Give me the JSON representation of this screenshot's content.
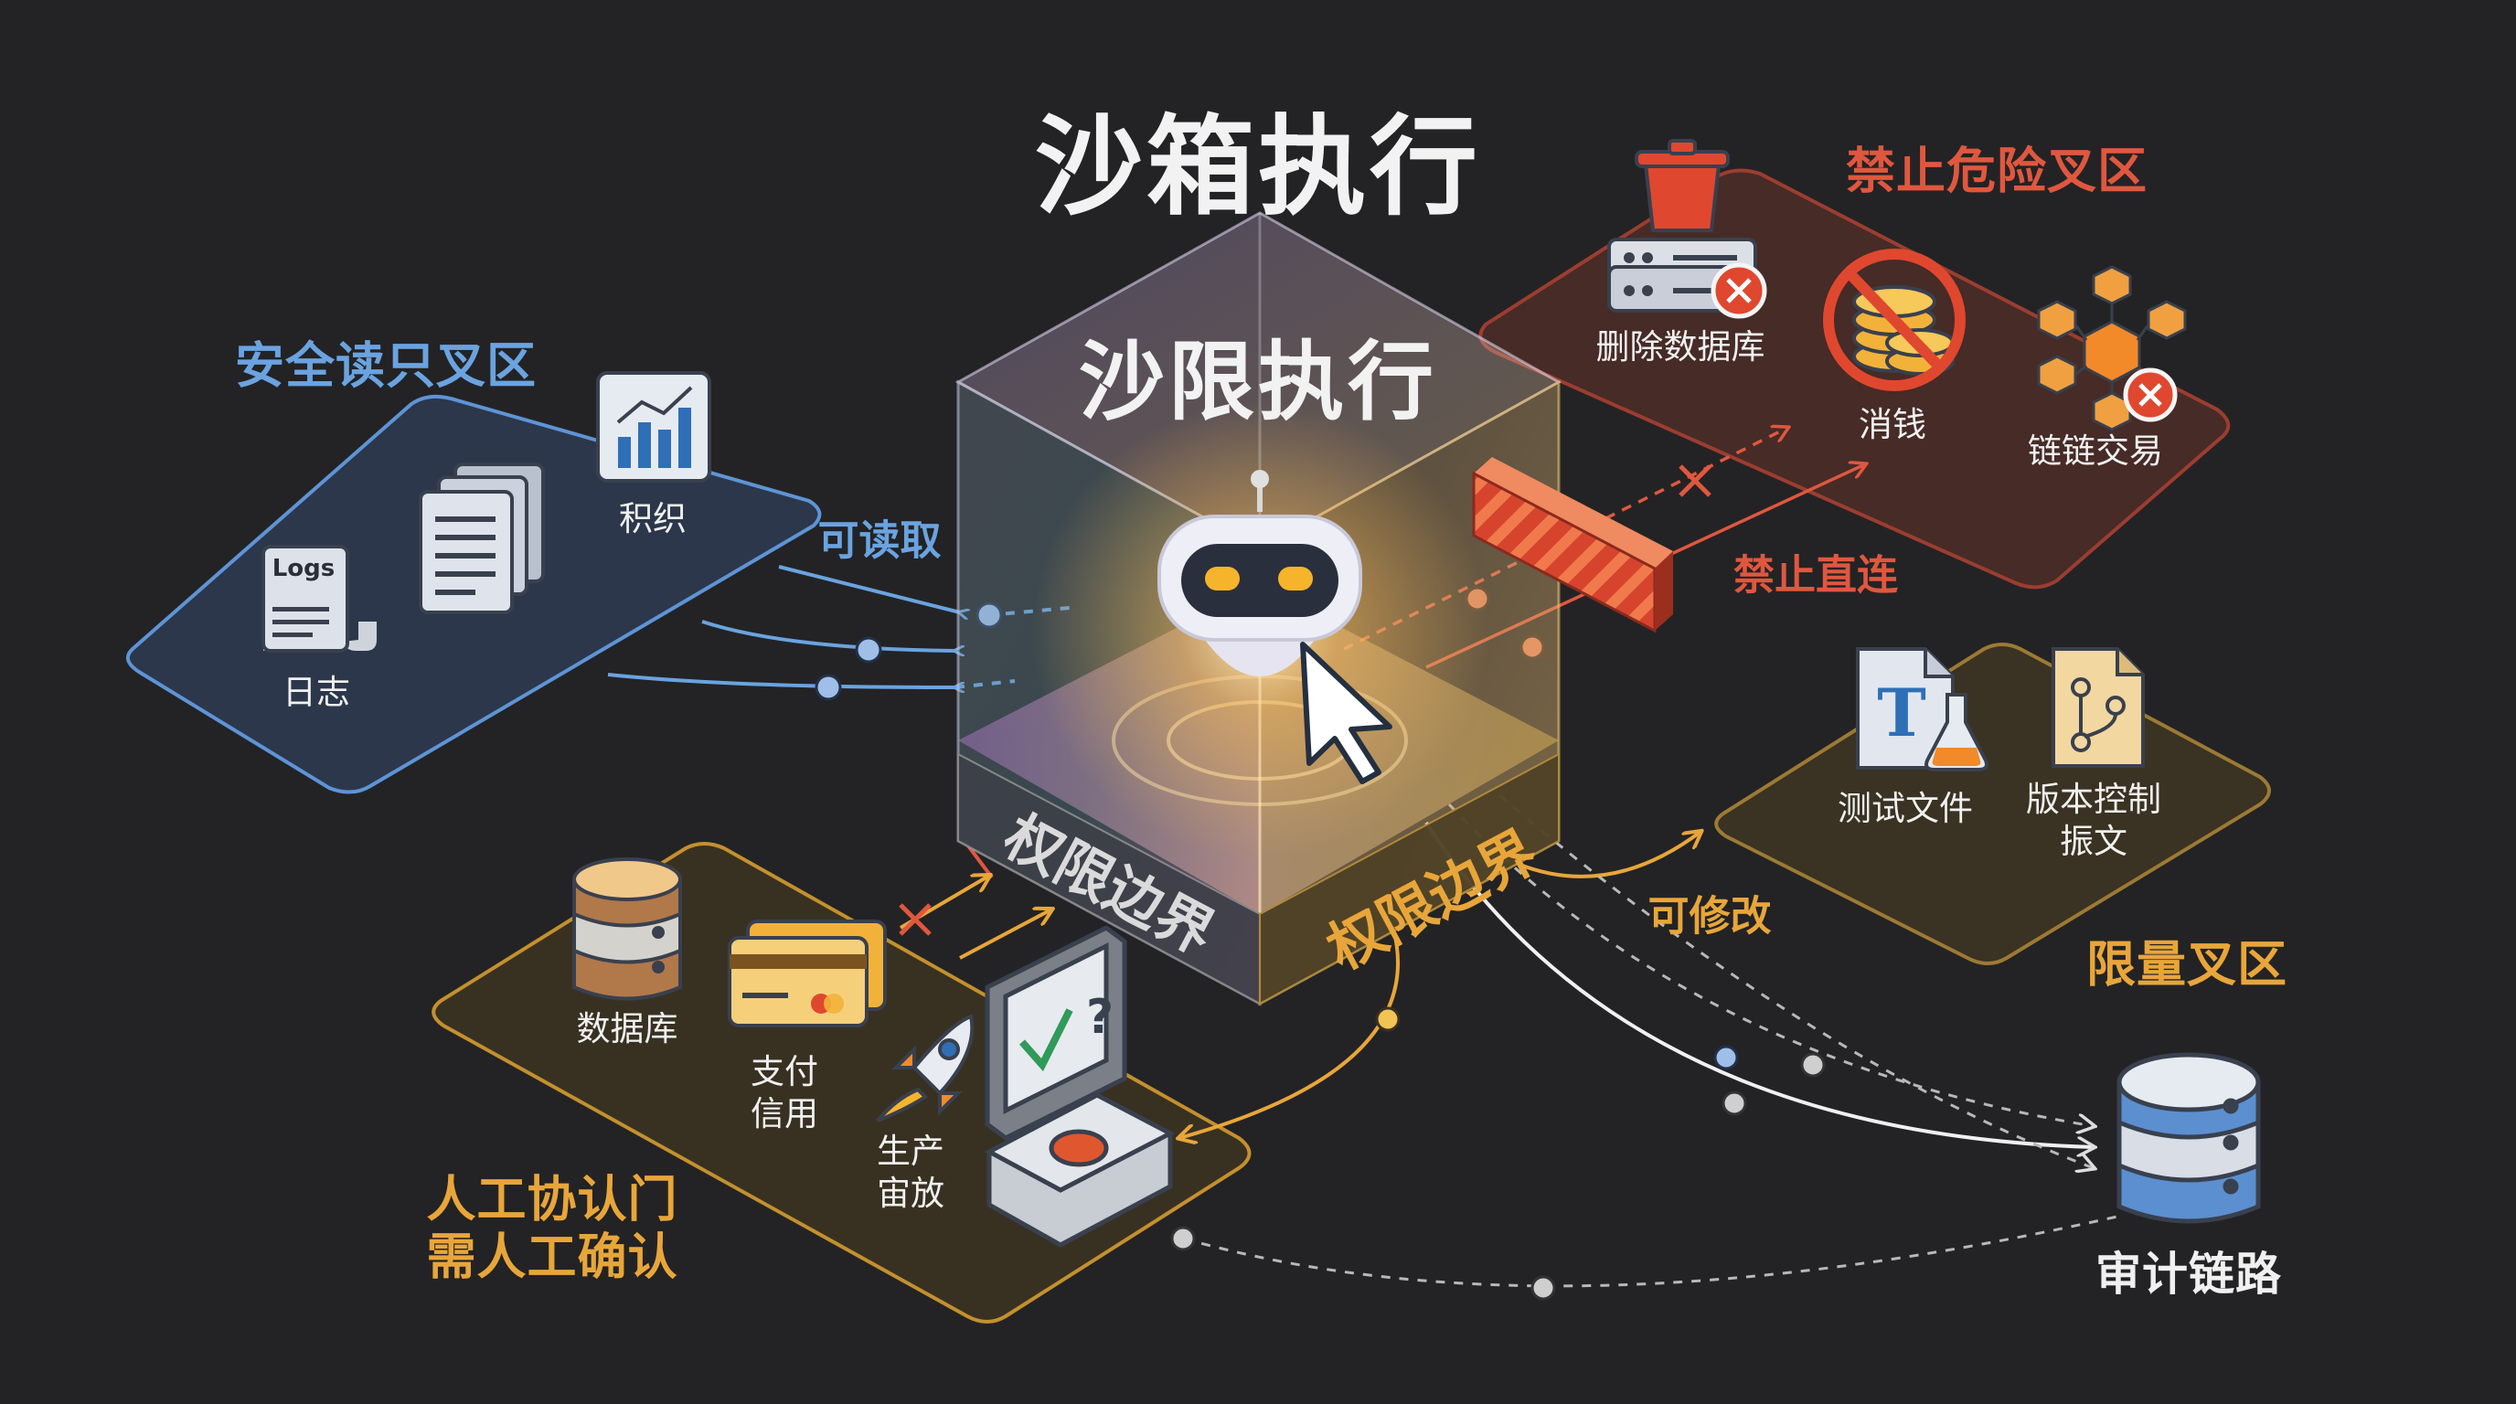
{
  "title": "沙箱执行",
  "cube": {
    "top_label": "沙限执行",
    "boundary_left": "权限边界",
    "boundary_right": "权限边界"
  },
  "zones": {
    "safe": {
      "title": "安全读只叉区",
      "color": "#5e94d6",
      "items": {
        "logs_icon_text": "Logs",
        "logs": "日志",
        "metrics": "积织"
      },
      "flow": "可读取"
    },
    "danger": {
      "title": "禁止危险叉区",
      "color": "#e0573f",
      "items": {
        "delete_db": "删除数据库",
        "spend": "消钱",
        "chain_tx": "链链交易"
      },
      "flow": "禁止直连"
    },
    "limited": {
      "title": "限量叉区",
      "color": "#e8a63a",
      "items": {
        "test_file": "测试文件",
        "version_control_1": "版本控制",
        "version_control_2": "振文"
      },
      "flow": "可修改"
    },
    "human": {
      "title_1": "人工协认门",
      "title_2": "需人工确认",
      "color": "#e8a63a",
      "items": {
        "database": "数据库",
        "payment_1": "支付",
        "payment_2": "信用",
        "deploy_1": "生产",
        "deploy_2": "宙放"
      }
    }
  },
  "audit": {
    "label": "审计链路"
  },
  "icons": [
    "logs-icon",
    "document-stack-icon",
    "bar-chart-icon",
    "trash-server-icon",
    "no-coins-icon",
    "blockchain-icon",
    "test-file-icon",
    "git-file-icon",
    "database-icon",
    "credit-card-icon",
    "rocket-icon",
    "approval-terminal-icon",
    "audit-database-icon",
    "robot-icon",
    "cursor-icon",
    "barrier-icon"
  ]
}
